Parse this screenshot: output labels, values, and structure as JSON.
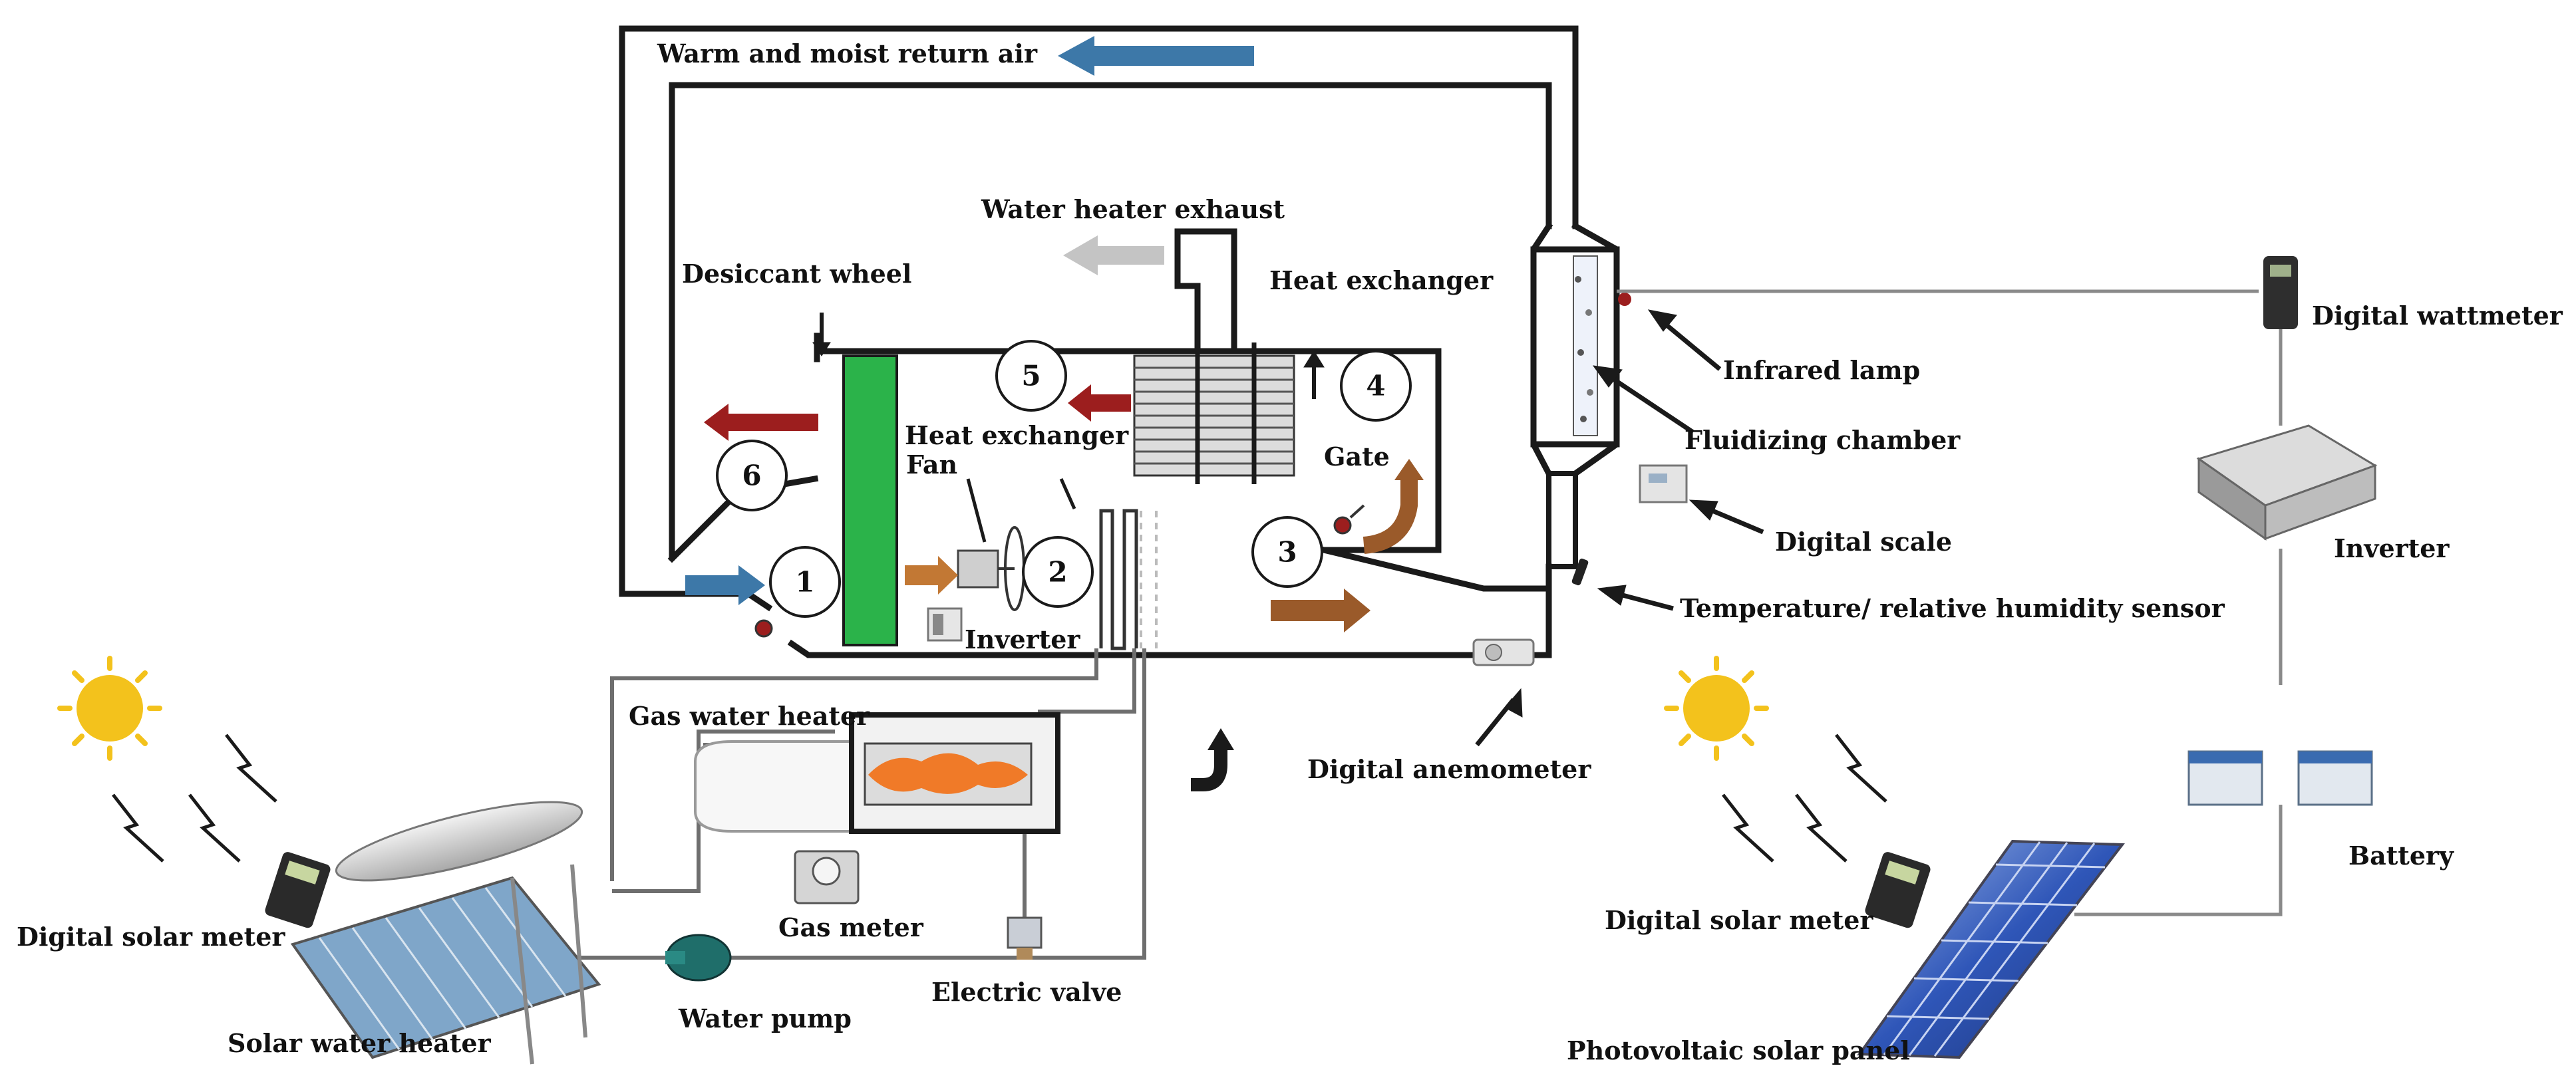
{
  "labels": {
    "return_air": "Warm and moist return air",
    "water_heater_exhaust": "Water heater exhaust",
    "desiccant_wheel": "Desiccant wheel",
    "heat_exchanger_top": "Heat exchanger",
    "heat_exchanger_mid": "Heat exchanger",
    "fan": "Fan",
    "gate": "Gate",
    "inverter_left": "Inverter",
    "gas_water_heater": "Gas water heater",
    "gas_meter": "Gas meter",
    "water_pump": "Water pump",
    "electric_valve": "Electric valve",
    "solar_water_heater": "Solar water heater",
    "digital_solar_meter_left": "Digital solar meter",
    "digital_anemometer": "Digital anemometer",
    "infrared_lamp": "Infrared lamp",
    "fluidizing_chamber": "Fluidizing chamber",
    "digital_scale": "Digital scale",
    "temp_sensor": "Temperature/ relative humidity sensor",
    "digital_wattmeter": "Digital wattmeter",
    "inverter_right": "Inverter",
    "battery": "Battery",
    "digital_solar_meter_right": "Digital solar meter",
    "pv_panel": "Photovoltaic solar panel"
  },
  "stations": [
    "1",
    "2",
    "3",
    "4",
    "5",
    "6"
  ],
  "colors": {
    "blue_arrow": "#3d78a8",
    "red_arrow": "#9c1e1e",
    "brown_arrow": "#9a5a2a",
    "grey_arrow": "#c4c4c4",
    "desiccant": "#2bb34a",
    "flame": "#f07a28",
    "panel": "#2a4fb0",
    "sun": "#f3c21c"
  }
}
